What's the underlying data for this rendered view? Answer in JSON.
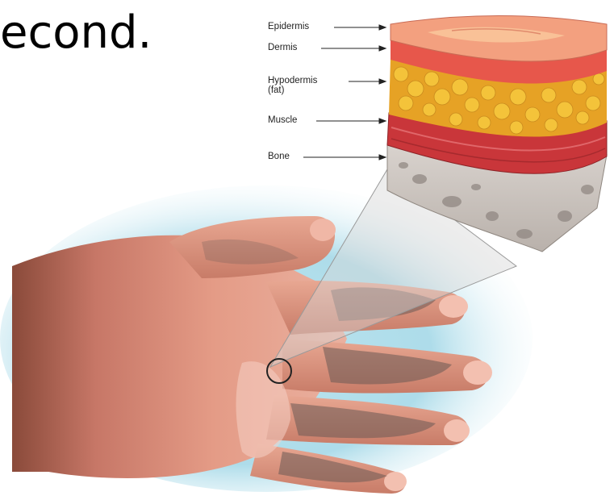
{
  "slide": {
    "title_fragment": "econd."
  },
  "diagram": {
    "layer_labels": [
      "Epidermis",
      "Dermis",
      "Hypodermis\n(fat)",
      "Muscle",
      "Bone"
    ]
  },
  "colors": {
    "epidermis": "#f3a07f",
    "dermis": "#e7574b",
    "fat": "#f4b62a",
    "muscle": "#c9363a",
    "bone": "#cfc8c2",
    "skin": "#d9826c",
    "burn_dark": "#6b5a55",
    "backdrop": "#9fd6e6"
  }
}
